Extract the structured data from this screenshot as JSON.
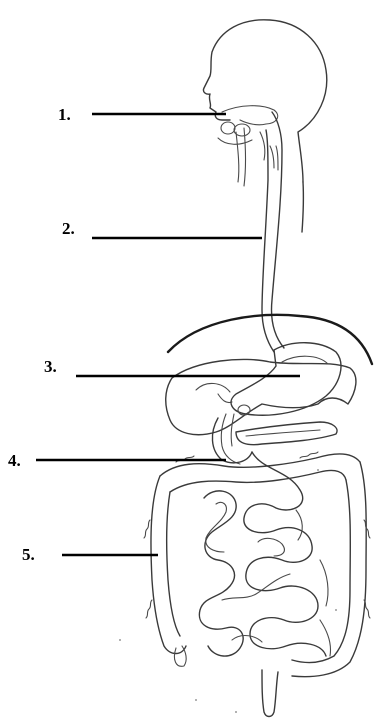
{
  "labels": [
    {
      "id": "1",
      "text": "1."
    },
    {
      "id": "2",
      "text": "2."
    },
    {
      "id": "3",
      "text": "3."
    },
    {
      "id": "4",
      "text": "4."
    },
    {
      "id": "5",
      "text": "5."
    }
  ],
  "colors": {
    "line": "#000000",
    "drawing": "#3a3a3a",
    "background": "#ffffff"
  }
}
